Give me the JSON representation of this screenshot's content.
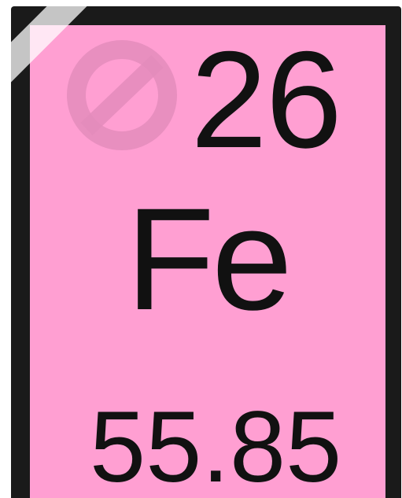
{
  "element": {
    "atomic_number": "26",
    "symbol": "Fe",
    "atomic_mass": "55.85"
  },
  "watermark": {
    "icon": "watermark-logo-icon"
  },
  "colors": {
    "tile_background": "#ff9fd2",
    "tile_border": "#1a1a1a",
    "text": "#111111",
    "watermark": "#e48cbc"
  }
}
